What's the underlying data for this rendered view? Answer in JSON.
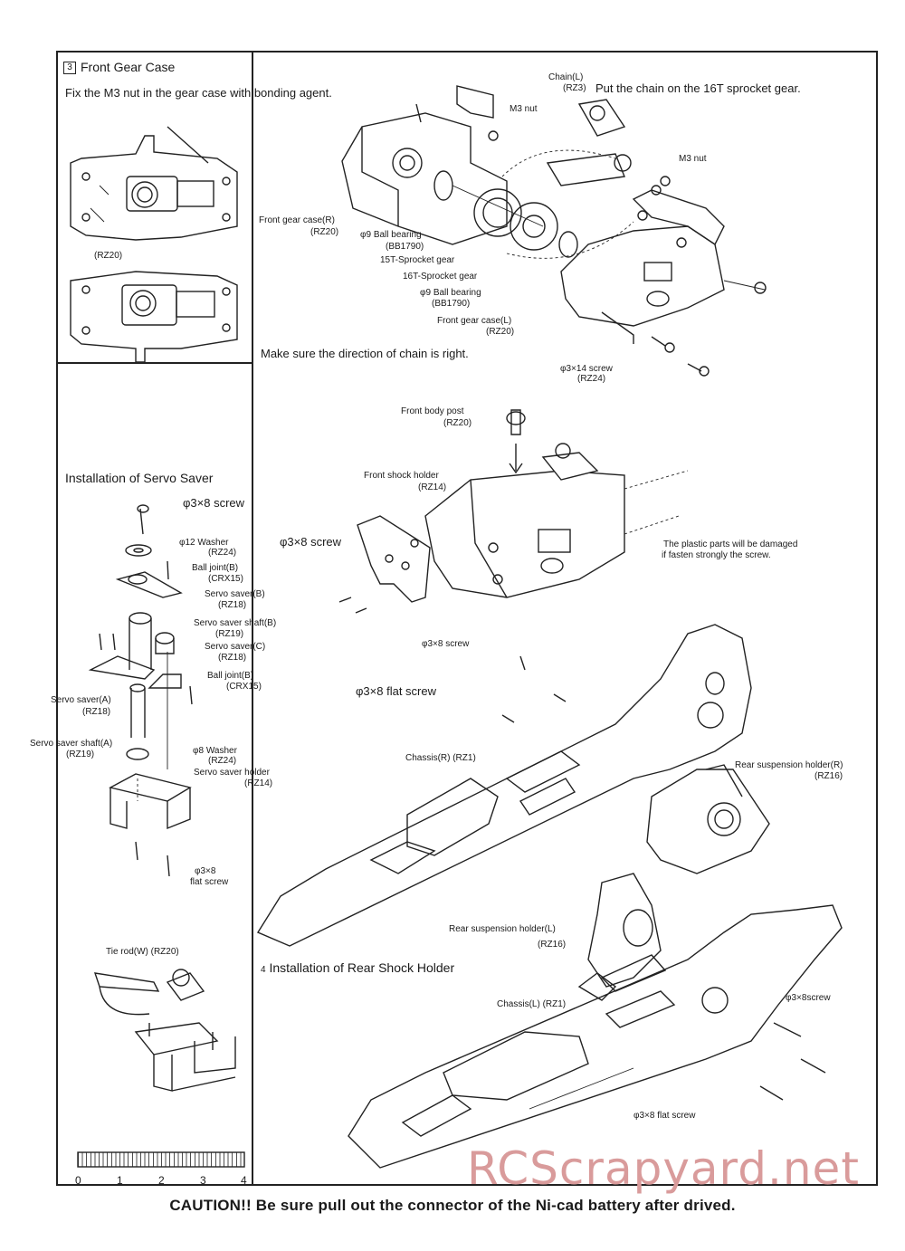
{
  "section_front_gear_case": {
    "step_number": "3",
    "title": "Front Gear Case",
    "instruction": "Fix the M3 nut in the gear case with bonding agent.",
    "part_code": "(RZ20)"
  },
  "gear_case_assembly": {
    "chain_label": "Chain(L)",
    "chain_code": "(RZ3)",
    "chain_instruction": "Put the chain on the 16T sprocket gear.",
    "m3_nut_1": "M3 nut",
    "m3_nut_2": "M3 nut",
    "front_gear_case_r": "Front gear case(R)",
    "front_gear_case_r_code": "(RZ20)",
    "ball_bearing_1": "φ9 Ball bearing",
    "ball_bearing_1_code": "(BB1790)",
    "sprocket_15t": "15T-Sprocket gear",
    "sprocket_16t": "16T-Sprocket gear",
    "ball_bearing_2": "φ9 Ball bearing",
    "ball_bearing_2_code": "(BB1790)",
    "front_gear_case_l": "Front gear case(L)",
    "front_gear_case_l_code": "(RZ20)",
    "direction_note": "Make sure the direction of chain is right.",
    "screw_3x14": "φ3×14 screw",
    "screw_3x14_code": "(RZ24)"
  },
  "front_shock": {
    "body_post": "Front body post",
    "body_post_code": "(RZ20)",
    "shock_holder": "Front shock holder",
    "shock_holder_code": "(RZ14)",
    "screw": "φ3×8 screw",
    "plastic_note_1": "The plastic parts will be damaged",
    "plastic_note_2": "if fasten strongly the screw."
  },
  "servo_saver": {
    "title": "Installation of Servo Saver",
    "screw": "φ3×8 screw",
    "washer_12": "φ12 Washer",
    "washer_12_code": "(RZ24)",
    "ball_joint_b1": "Ball joint(B)",
    "ball_joint_b1_code": "(CRX15)",
    "saver_b": "Servo saver(B)",
    "saver_b_code": "(RZ18)",
    "saver_shaft_b": "Servo saver shaft(B)",
    "saver_shaft_b_code": "(RZ19)",
    "saver_c": "Servo saver(C)",
    "saver_c_code": "(RZ18)",
    "ball_joint_b2": "Ball joint(B)",
    "ball_joint_b2_code": "(CRX15)",
    "saver_a": "Servo saver(A)",
    "saver_a_code": "(RZ18)",
    "saver_shaft_a": "Servo saver shaft(A)",
    "saver_shaft_a_code": "(RZ19)",
    "washer_8": "φ8 Washer",
    "washer_8_code": "(RZ24)",
    "holder": "Servo saver holder",
    "holder_code": "(RZ14)",
    "flat_screw_1": "φ3×8",
    "flat_screw_2": "flat screw",
    "tie_rod": "Tie rod(W) (RZ20)"
  },
  "chassis_right": {
    "screw": "φ3×8 screw",
    "flat_screw": "φ3×8 flat screw",
    "chassis_r": "Chassis(R) (RZ1)",
    "rear_holder_r": "Rear suspension holder(R)",
    "rear_holder_r_code": "(RZ16)"
  },
  "rear_shock": {
    "step_number": "4",
    "title": "Installation of Rear Shock Holder",
    "rear_holder_l": "Rear suspension holder(L)",
    "rear_holder_l_code": "(RZ16)",
    "chassis_l": "Chassis(L) (RZ1)",
    "screw": "φ3×8screw",
    "flat_screw": "φ3×8 flat screw"
  },
  "scale": {
    "labels": [
      "0",
      "1",
      "2",
      "3",
      "4"
    ]
  },
  "caution": "CAUTION!! Be sure pull out the connector of the Ni-cad battery after drived.",
  "watermark": "RCScrapyard.net"
}
